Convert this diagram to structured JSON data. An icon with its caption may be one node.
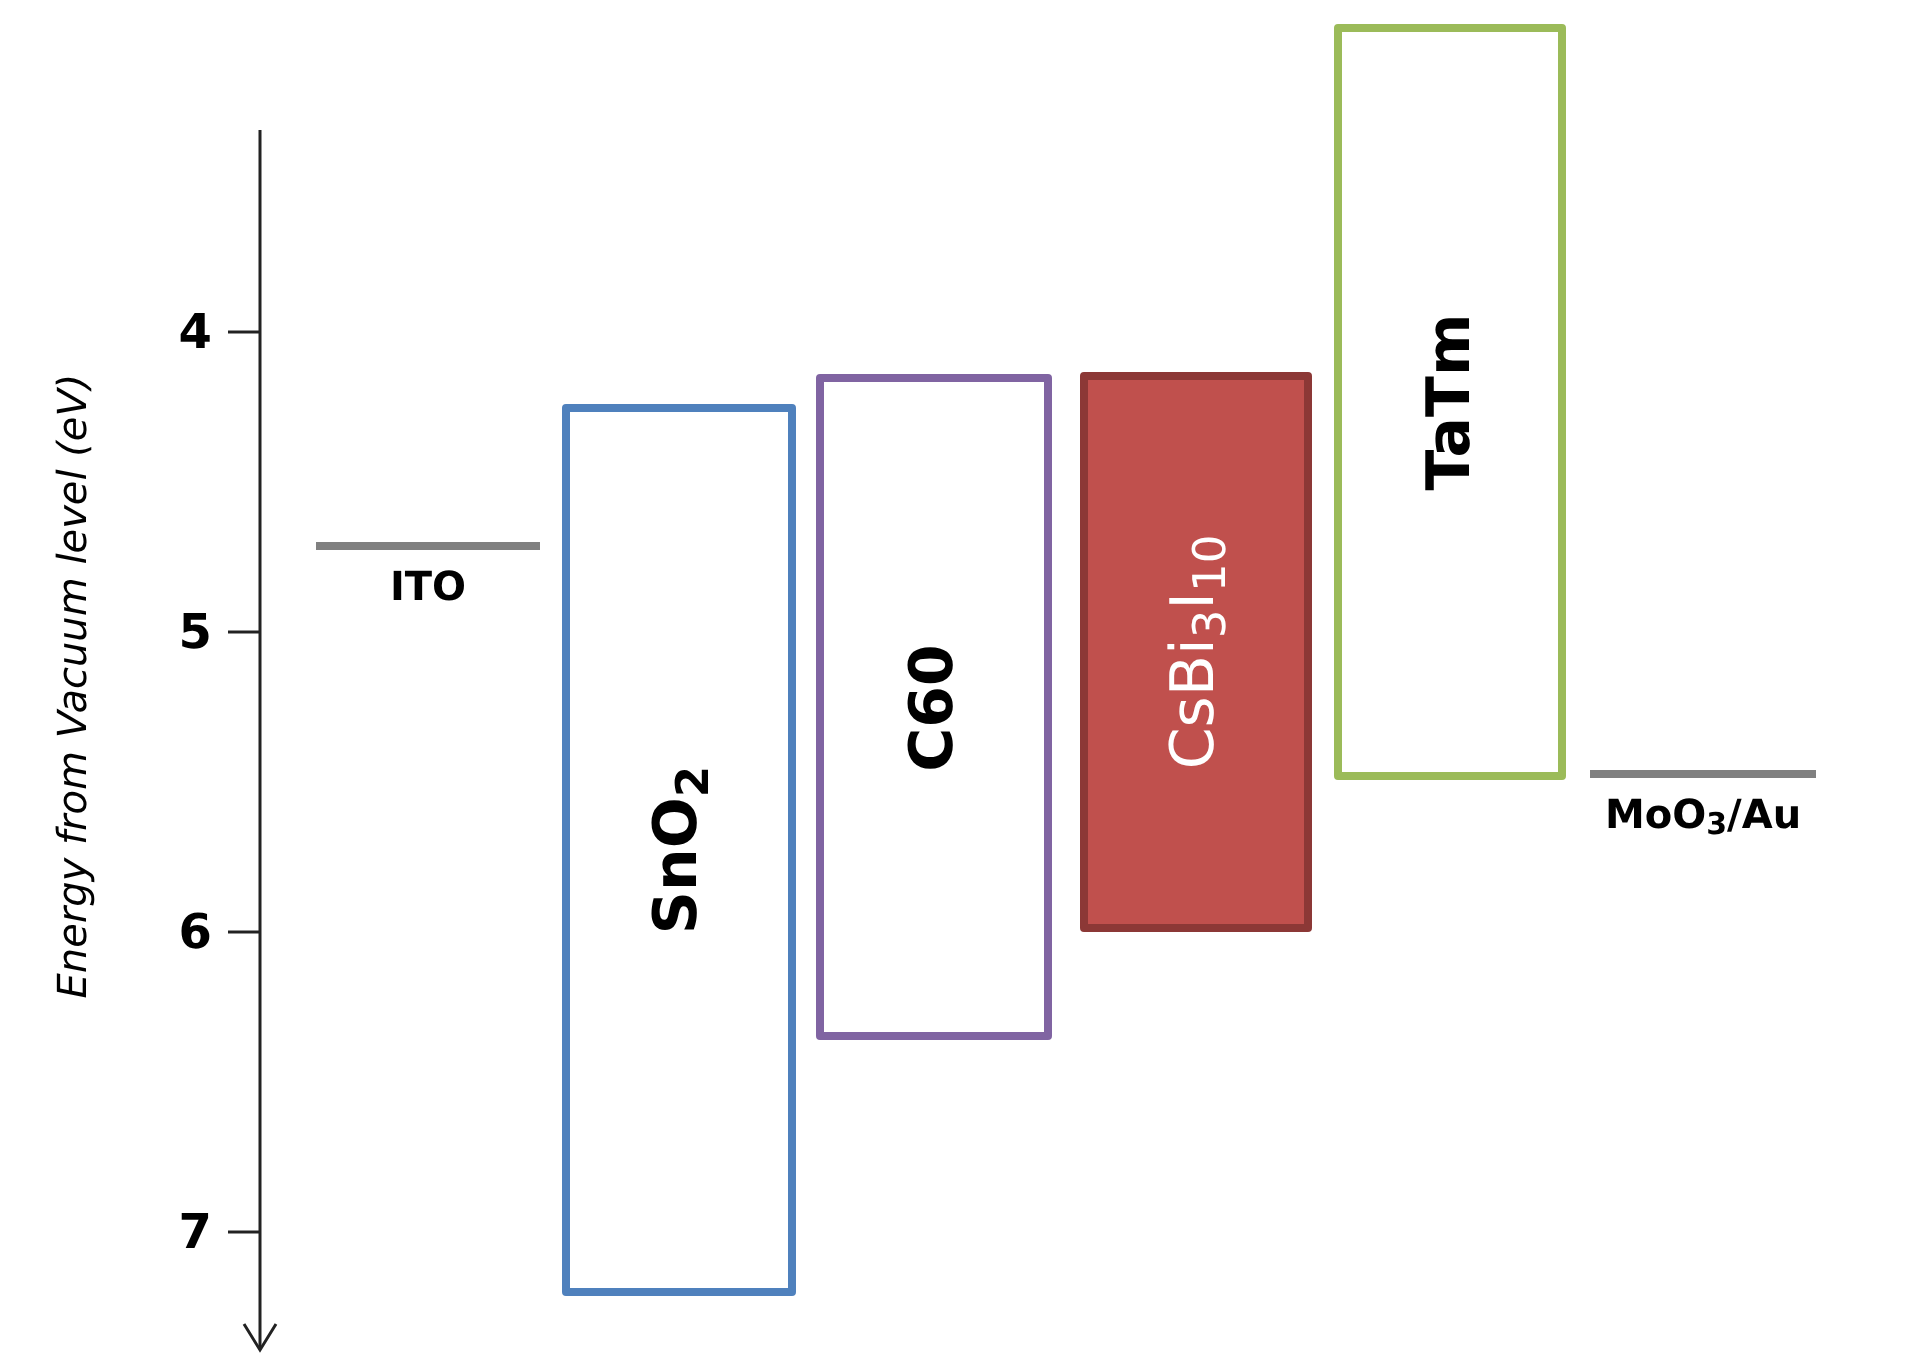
{
  "diagram": {
    "nodes": [
      {
        "text": [
          "ITO"
        ]
      },
      {
        "text": [
          "SnO$_{2}$"
        ]
      },
      {
        "text": [
          "C60"
        ]
      },
      {
        "text": [
          "CsBi$_{3}$I$_{10}$"
        ]
      },
      {
        "text": [
          "TaTm"
        ]
      },
      {
        "text": [
          "MoO$_{3}$/Au"
        ]
      }
    ],
    "labels": [
      "Energy from Vacuum level (eV)",
      "4",
      "5",
      "6",
      "7"
    ]
  }
}
